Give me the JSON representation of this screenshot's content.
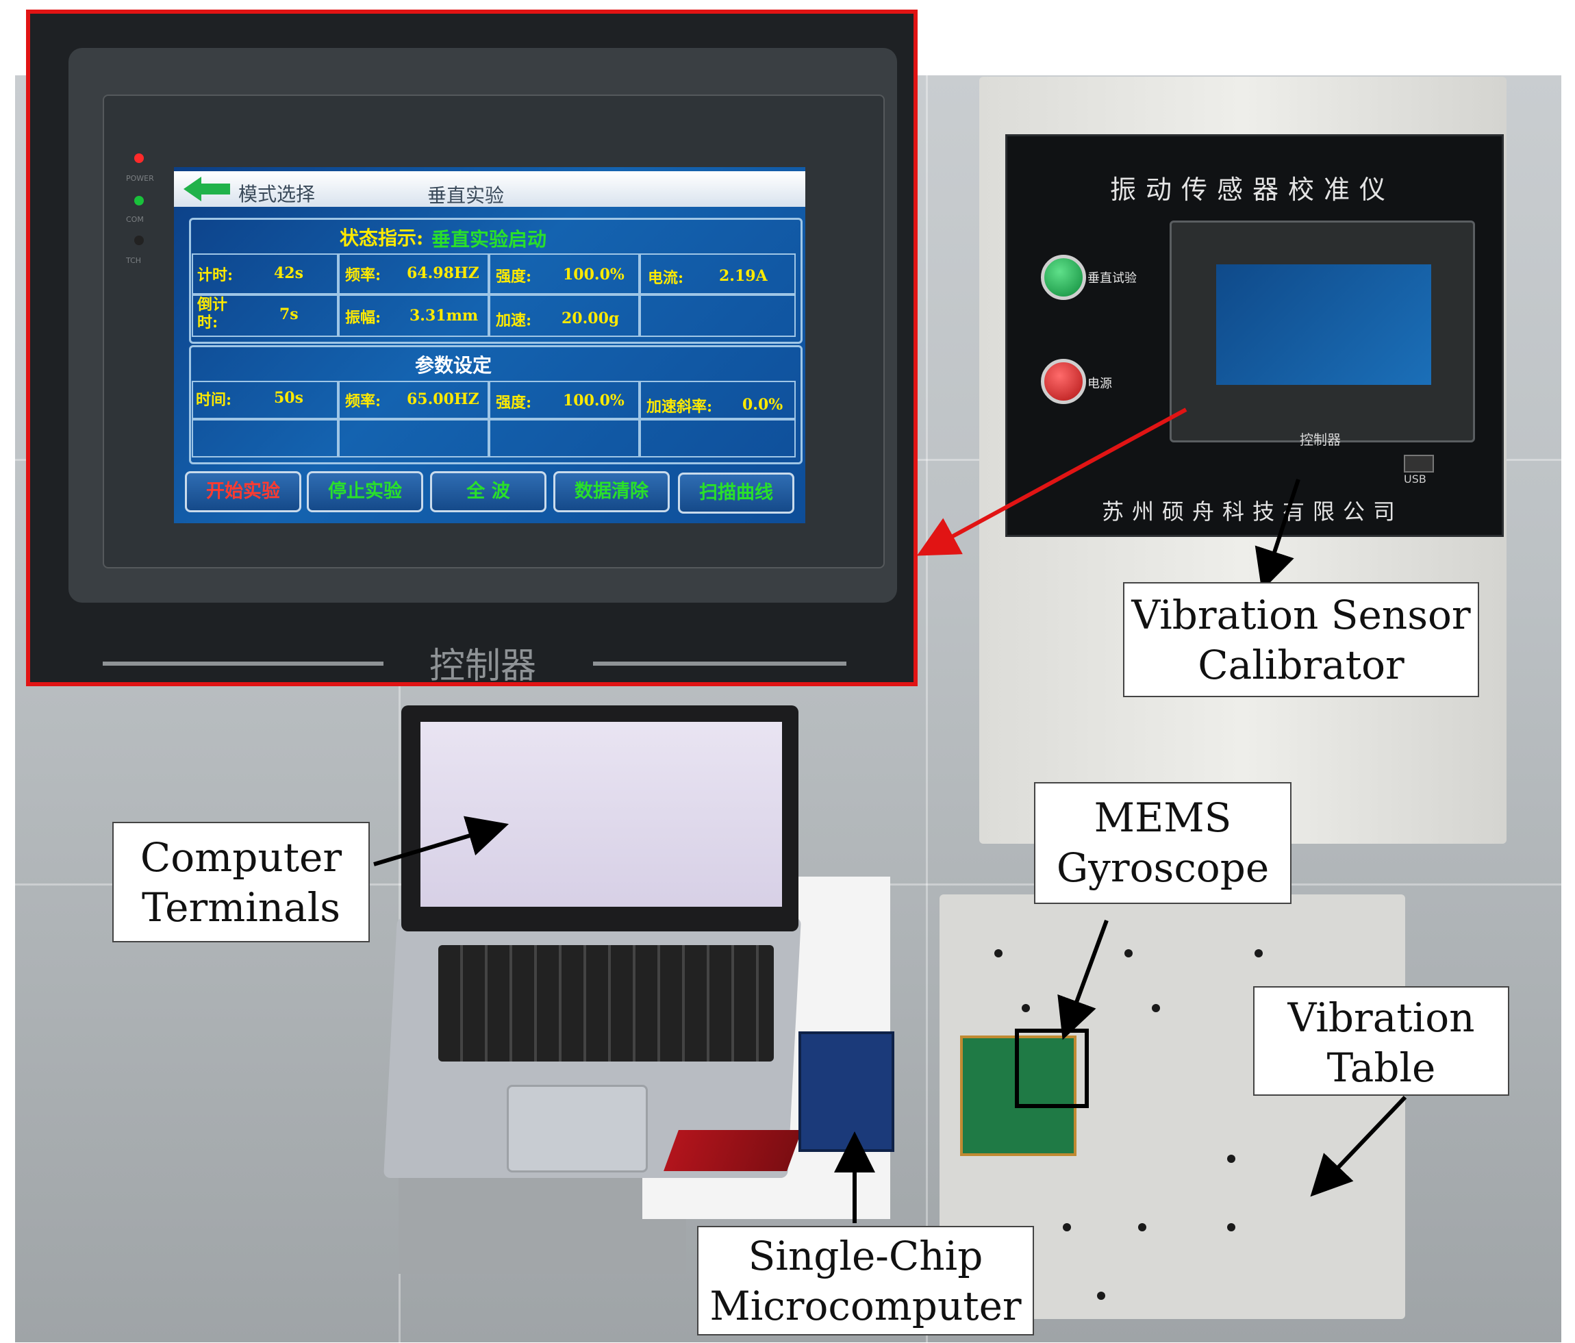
{
  "inset": {
    "device_label": "控制器",
    "leds": [
      "POWER",
      "COM",
      "TCH"
    ],
    "topbar": {
      "back_label": "模式选择",
      "title": "垂直实验"
    },
    "status": {
      "label": "状态指示:",
      "value": "垂直实验启动",
      "timer_label": "计时:",
      "timer_value": "42s",
      "freq_label": "频率:",
      "freq_value": "64.98HZ",
      "intensity_label": "强度:",
      "intensity_value": "100.0%",
      "current_label": "电流:",
      "current_value": "2.19A",
      "countdown_label": "倒计时:",
      "countdown_value": "7s",
      "amplitude_label": "振幅:",
      "amplitude_value": "3.31mm",
      "accel_label": "加速:",
      "accel_value": "20.00g"
    },
    "params": {
      "title": "参数设定",
      "time_label": "时间:",
      "time_value": "50s",
      "freq_label": "频率:",
      "freq_value": "65.00HZ",
      "intensity_label": "强度:",
      "intensity_value": "100.0%",
      "slope_label": "加速斜率:",
      "slope_value": "0.0%"
    },
    "buttons": [
      "开始实验",
      "停止实验",
      "全 波",
      "数据清除",
      "扫描曲线"
    ]
  },
  "calibrator": {
    "title": "振动传感器校准仪",
    "button_vertical_label": "垂直试验",
    "button_power_label": "电源",
    "screen_label": "控制器",
    "usb_label": "USB",
    "company": "苏州硕舟科技有限公司"
  },
  "callouts": {
    "calibrator": [
      "Vibration Sensor",
      "Calibrator"
    ],
    "computer": [
      "Computer",
      "Terminals"
    ],
    "gyroscope": [
      "MEMS",
      "Gyroscope"
    ],
    "table": [
      "Vibration",
      "Table"
    ],
    "mcu": [
      "Single-Chip",
      "Microcomputer"
    ]
  },
  "colors": {
    "inset_border": "#e11414",
    "hmi_background": "#1463b0",
    "status_value": "#29e02a",
    "value_text": "#ffea00",
    "start_button_text": "#ff3b30",
    "other_button_text": "#29e02a"
  }
}
